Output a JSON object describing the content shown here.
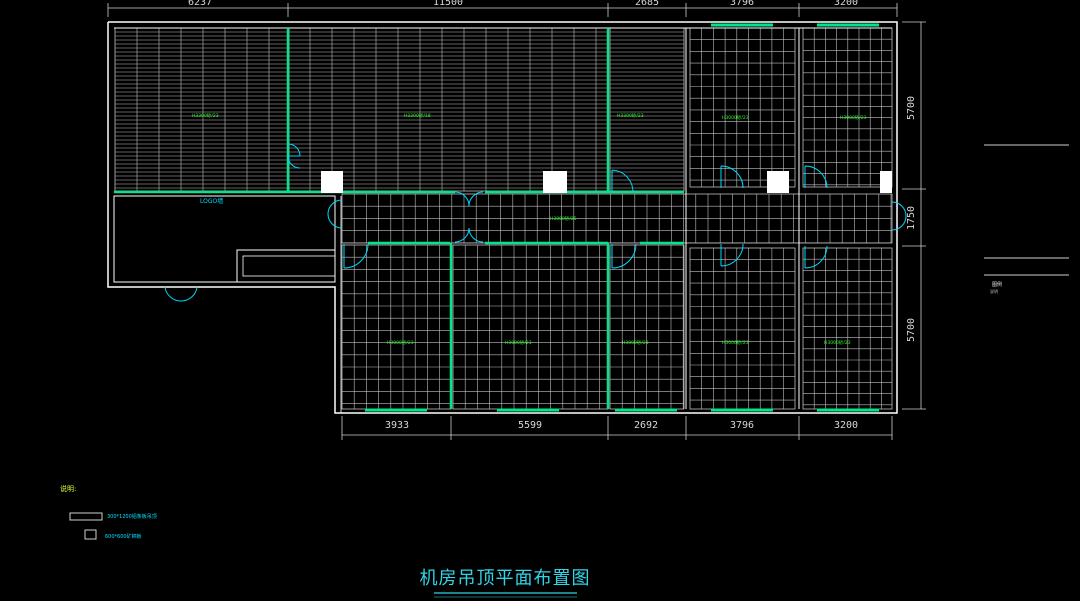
{
  "title": "机房吊顶平面布置图",
  "dims_top": [
    "6237",
    "11500",
    "2685",
    "3796",
    "3200"
  ],
  "dims_bottom": [
    "3933",
    "5599",
    "2692",
    "3796",
    "3200"
  ],
  "dims_right": [
    "5700",
    "1750",
    "5700"
  ],
  "logo_label": "LOGO墙",
  "ceiling_labels": {
    "top": [
      "H3300砂/23",
      "H3300砂/18",
      "H3300砂/23",
      "H3000砂/23",
      "H3000砂/23"
    ],
    "corridor": "H3000砂/25",
    "bottom": [
      "H3000砂/23",
      "H3000砂/23",
      "H3000砂/23",
      "H3000砂/23",
      "H3000砂/23"
    ]
  },
  "side_note": {
    "line1": "图例",
    "line2": "说明"
  },
  "legend": {
    "heading": "说明:",
    "item1": "300*1200铝条板吊顶",
    "item2": "600*600矿棉板"
  },
  "colors": {
    "wall": "#ffffff",
    "partition": "#00e68a",
    "grid": "#bfbfbf",
    "door": "#00d8ff",
    "text_green": "#2bff2b"
  }
}
